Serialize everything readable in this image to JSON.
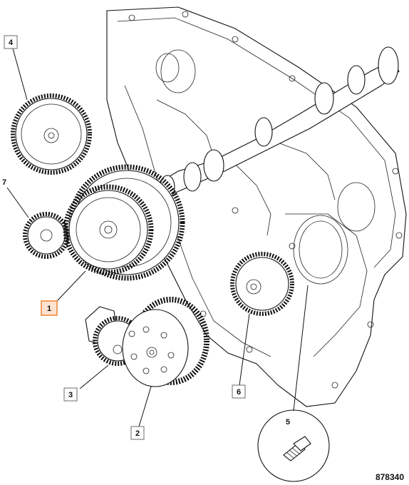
{
  "callouts": {
    "c1": "1",
    "c2": "2",
    "c3": "3",
    "c4": "4",
    "c5": "5",
    "c6": "6",
    "c7": "7"
  },
  "drawing_id": "878340",
  "colors": {
    "line": "#111111",
    "highlight_fill": "#fde2cf",
    "highlight_stroke": "#f08a3c"
  }
}
